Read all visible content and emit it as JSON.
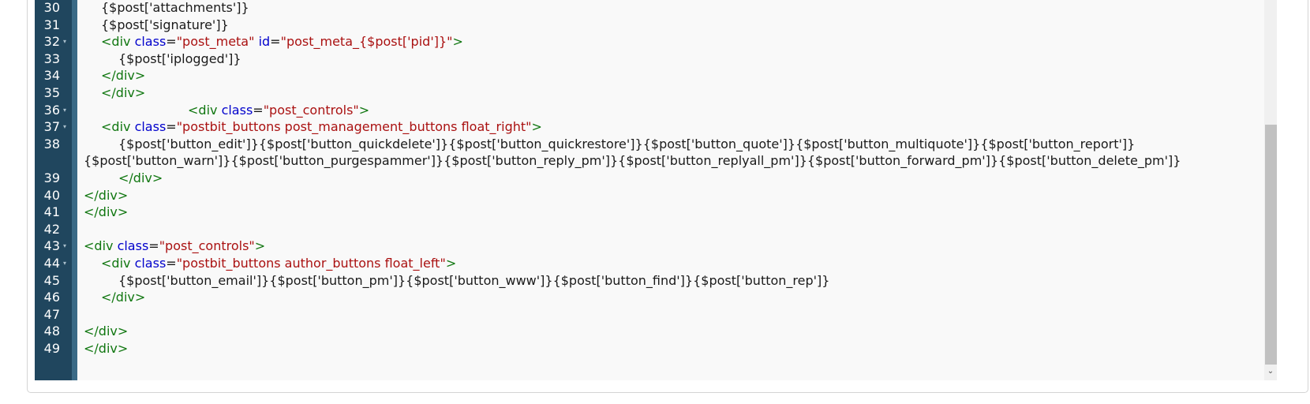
{
  "editor": {
    "lines": [
      {
        "num": "30",
        "fold": "",
        "indent": 1,
        "tokens": [
          {
            "t": "text",
            "v": "{$post['attachments']}"
          }
        ]
      },
      {
        "num": "31",
        "fold": "",
        "indent": 1,
        "tokens": [
          {
            "t": "text",
            "v": "{$post['signature']}"
          }
        ]
      },
      {
        "num": "32",
        "fold": "▾",
        "indent": 1,
        "tokens": [
          {
            "t": "tag",
            "v": "<div "
          },
          {
            "t": "attr",
            "v": "class"
          },
          {
            "t": "text",
            "v": "="
          },
          {
            "t": "str",
            "v": "\"post_meta\""
          },
          {
            "t": "text",
            "v": " "
          },
          {
            "t": "attr",
            "v": "id"
          },
          {
            "t": "text",
            "v": "="
          },
          {
            "t": "str",
            "v": "\"post_meta_{$post['pid']}\""
          },
          {
            "t": "tag",
            "v": ">"
          }
        ]
      },
      {
        "num": "33",
        "fold": "",
        "indent": 2,
        "tokens": [
          {
            "t": "text",
            "v": "{$post['iplogged']}"
          }
        ]
      },
      {
        "num": "34",
        "fold": "",
        "indent": 1,
        "tokens": [
          {
            "t": "tag",
            "v": "</div>"
          }
        ]
      },
      {
        "num": "35",
        "fold": "",
        "indent": 1,
        "tokens": [
          {
            "t": "tag",
            "v": "</div>"
          }
        ]
      },
      {
        "num": "36",
        "fold": "▾",
        "indent": 6,
        "tokens": [
          {
            "t": "tag",
            "v": "<div "
          },
          {
            "t": "attr",
            "v": "class"
          },
          {
            "t": "text",
            "v": "="
          },
          {
            "t": "str",
            "v": "\"post_controls\""
          },
          {
            "t": "tag",
            "v": ">"
          }
        ]
      },
      {
        "num": "37",
        "fold": "▾",
        "indent": 1,
        "tokens": [
          {
            "t": "tag",
            "v": "<div "
          },
          {
            "t": "attr",
            "v": "class"
          },
          {
            "t": "text",
            "v": "="
          },
          {
            "t": "str",
            "v": "\"postbit_buttons post_management_buttons float_right\""
          },
          {
            "t": "tag",
            "v": ">"
          }
        ]
      },
      {
        "num": "38",
        "fold": "",
        "indent": 2,
        "tokens": [
          {
            "t": "text",
            "v": "{$post['button_edit']}{$post['button_quickdelete']}{$post['button_quickrestore']}{$post['button_quote']}{$post['button_multiquote']}{$post['button_report']}"
          }
        ],
        "wrap": "{$post['button_warn']}{$post['button_purgespammer']}{$post['button_reply_pm']}{$post['button_replyall_pm']}{$post['button_forward_pm']}{$post['button_delete_pm']}"
      },
      {
        "num": "39",
        "fold": "",
        "indent": 2,
        "tokens": [
          {
            "t": "tag",
            "v": "</div>"
          }
        ]
      },
      {
        "num": "40",
        "fold": "",
        "indent": 0,
        "tokens": [
          {
            "t": "tag",
            "v": "</div>"
          }
        ]
      },
      {
        "num": "41",
        "fold": "",
        "indent": 0,
        "tokens": [
          {
            "t": "tag",
            "v": "</div>"
          }
        ]
      },
      {
        "num": "42",
        "fold": "",
        "indent": 0,
        "tokens": []
      },
      {
        "num": "43",
        "fold": "▾",
        "indent": 0,
        "tokens": [
          {
            "t": "tag",
            "v": "<div "
          },
          {
            "t": "attr",
            "v": "class"
          },
          {
            "t": "text",
            "v": "="
          },
          {
            "t": "str",
            "v": "\"post_controls\""
          },
          {
            "t": "tag",
            "v": ">"
          }
        ]
      },
      {
        "num": "44",
        "fold": "▾",
        "indent": 1,
        "tokens": [
          {
            "t": "tag",
            "v": "<div "
          },
          {
            "t": "attr",
            "v": "class"
          },
          {
            "t": "text",
            "v": "="
          },
          {
            "t": "str",
            "v": "\"postbit_buttons author_buttons float_left\""
          },
          {
            "t": "tag",
            "v": ">"
          }
        ]
      },
      {
        "num": "45",
        "fold": "",
        "indent": 2,
        "tokens": [
          {
            "t": "text",
            "v": "{$post['button_email']}{$post['button_pm']}{$post['button_www']}{$post['button_find']}{$post['button_rep']}"
          }
        ]
      },
      {
        "num": "46",
        "fold": "",
        "indent": 1,
        "tokens": [
          {
            "t": "tag",
            "v": "</div>"
          }
        ]
      },
      {
        "num": "47",
        "fold": "",
        "indent": 0,
        "tokens": []
      },
      {
        "num": "48",
        "fold": "",
        "indent": 0,
        "tokens": [
          {
            "t": "tag",
            "v": "</div>"
          }
        ]
      },
      {
        "num": "49",
        "fold": "",
        "indent": 0,
        "tokens": [
          {
            "t": "tag",
            "v": "</div>"
          }
        ]
      }
    ]
  },
  "scrollbar": {
    "down_icon": "chevron-down-icon",
    "down_glyph": "⌄"
  },
  "colors": {
    "gutter": "#20465e",
    "tag": "#117711",
    "attr": "#0000cc",
    "string": "#aa1111",
    "text": "#1a1a1a"
  }
}
